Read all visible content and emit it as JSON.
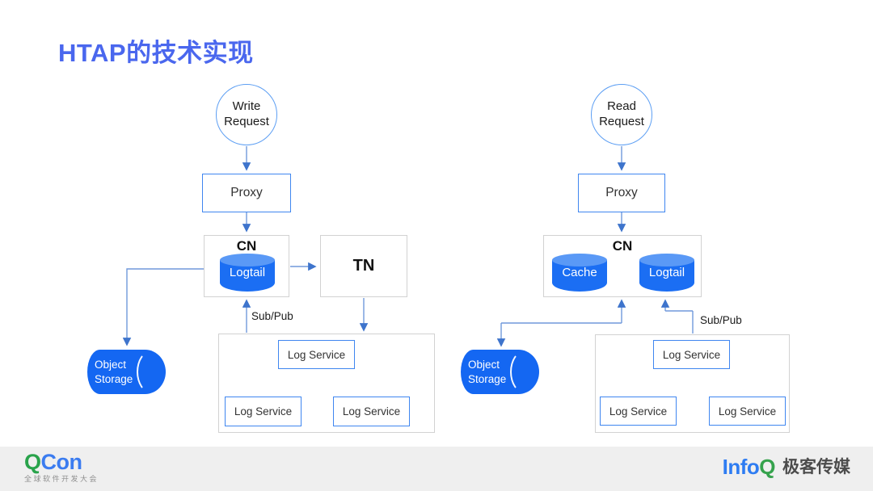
{
  "slide": {
    "title": "HTAP的技术实现"
  },
  "left": {
    "request_label": "Write Request",
    "proxy_label": "Proxy",
    "cn": {
      "label": "CN",
      "logtail_label": "Logtail"
    },
    "tn_label": "TN",
    "subpub_label": "Sub/Pub",
    "object_storage_label": "Object Storage",
    "cluster": {
      "nodes": [
        "Log Service",
        "Log Service",
        "Log Service"
      ]
    }
  },
  "right": {
    "request_label": "Read Request",
    "proxy_label": "Proxy",
    "cn": {
      "label": "CN",
      "cache_label": "Cache",
      "logtail_label": "Logtail"
    },
    "subpub_label": "Sub/Pub",
    "object_storage_label": "Object Storage",
    "cluster": {
      "nodes": [
        "Log Service",
        "Log Service",
        "Log Service"
      ]
    }
  },
  "footer": {
    "qcon": {
      "q": "Q",
      "con": "Con",
      "subtitle": "全球软件开发大会"
    },
    "infoq": {
      "info": "Info",
      "q": "Q",
      "media": "极客传媒"
    }
  },
  "colors": {
    "title_blue": "#4a67ee",
    "box_border_blue": "#3f86f0",
    "cylinder_blue": "#1b6ef3",
    "cylinder_top_blue": "#5a99f6",
    "line_blue": "#7099dc",
    "arrowhead_blue": "#3e74cc",
    "container_gray": "#d2d2d2",
    "footer_gray": "#efefef",
    "qcon_green": "#29a34b",
    "qcon_blue": "#3b7cf0"
  }
}
